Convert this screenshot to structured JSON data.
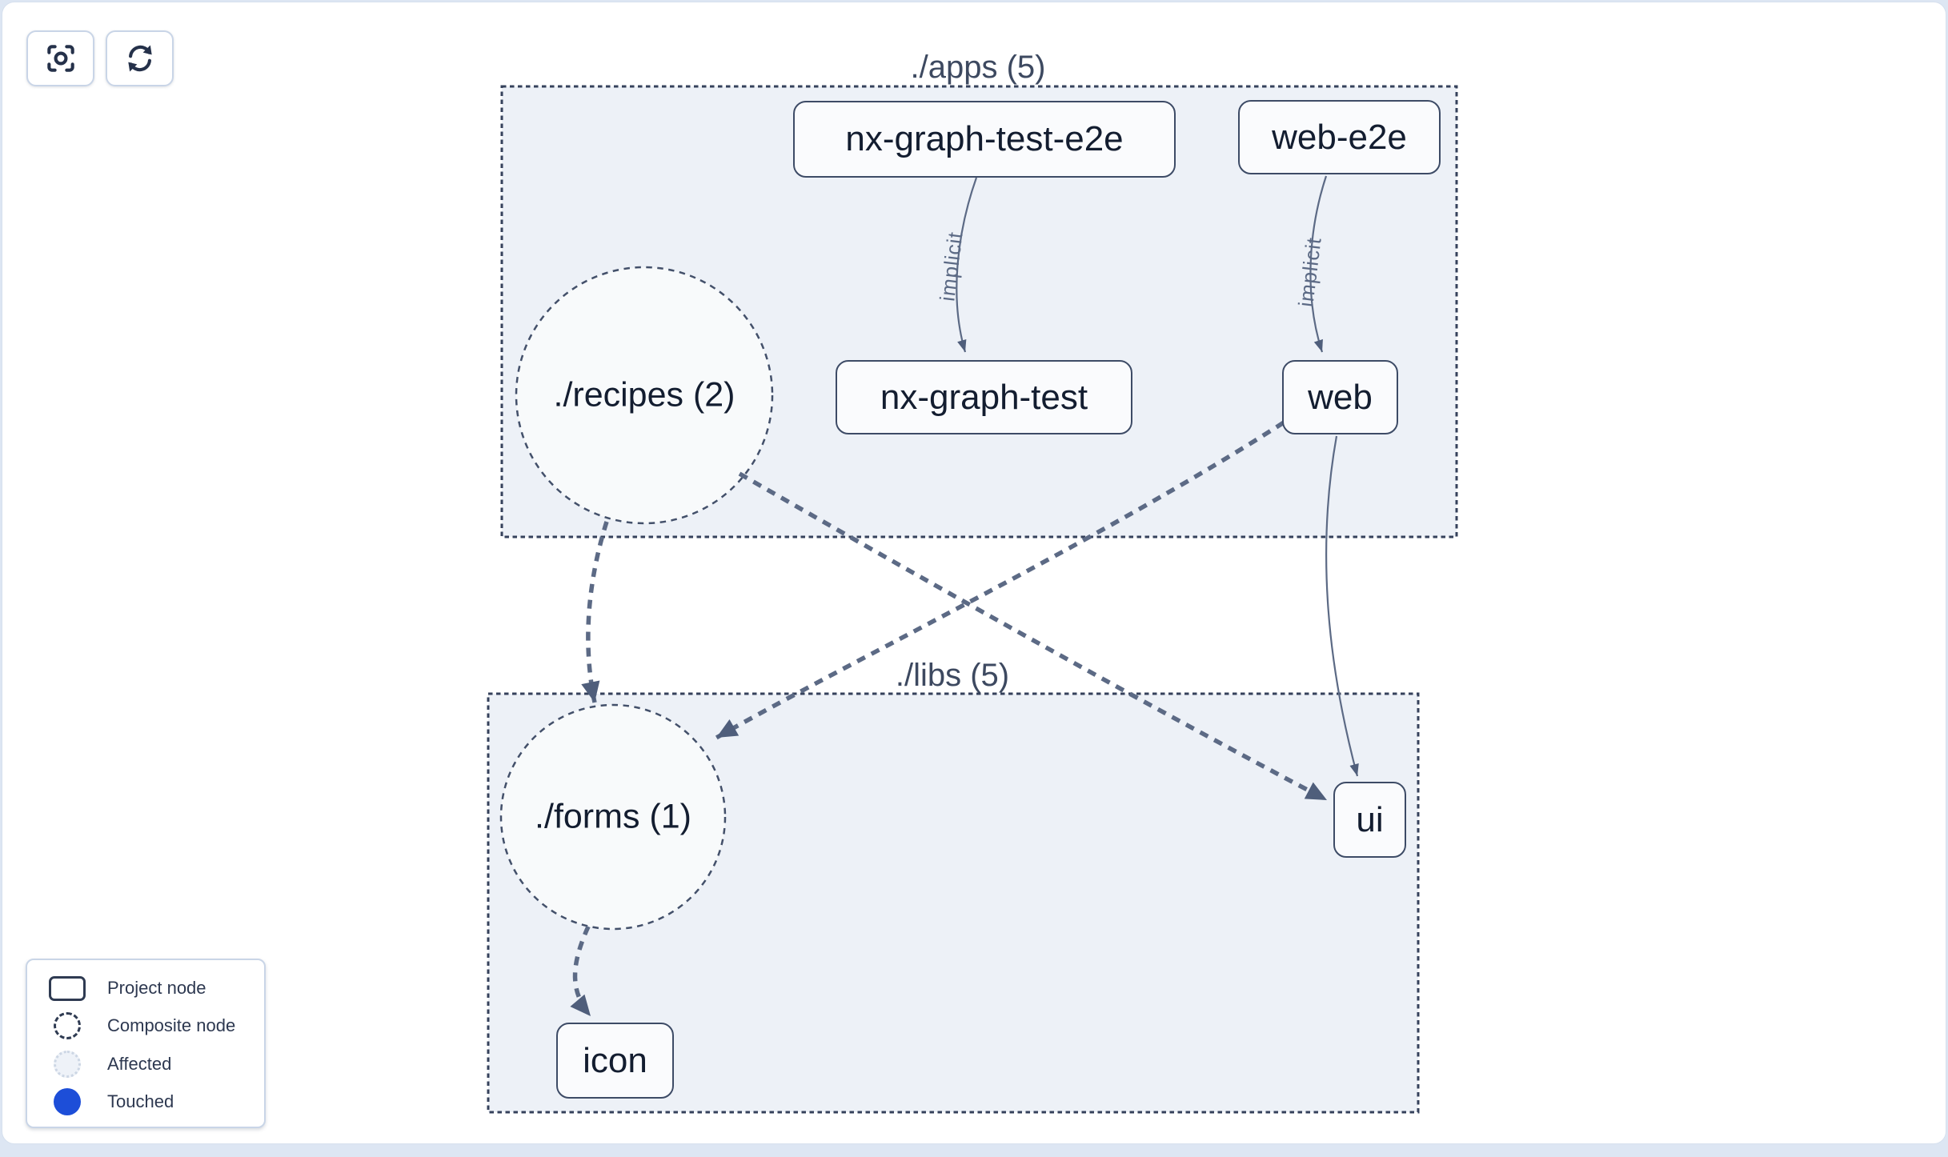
{
  "toolbar": {
    "buttons": [
      {
        "id": "focus",
        "icon": "focus-crosshair-icon",
        "tooltip": ""
      },
      {
        "id": "refresh",
        "icon": "refresh-icon",
        "tooltip": ""
      }
    ]
  },
  "graph": {
    "groups": [
      {
        "id": "apps",
        "label": "./apps (5)"
      },
      {
        "id": "libs",
        "label": "./libs (5)"
      }
    ],
    "nodes": [
      {
        "id": "nx-graph-test-e2e",
        "label": "nx-graph-test-e2e",
        "type": "project",
        "group": "apps"
      },
      {
        "id": "web-e2e",
        "label": "web-e2e",
        "type": "project",
        "group": "apps"
      },
      {
        "id": "recipes",
        "label": "./recipes (2)",
        "type": "composite",
        "group": "apps"
      },
      {
        "id": "nx-graph-test",
        "label": "nx-graph-test",
        "type": "project",
        "group": "apps"
      },
      {
        "id": "web",
        "label": "web",
        "type": "project",
        "group": "apps"
      },
      {
        "id": "forms",
        "label": "./forms (1)",
        "type": "composite",
        "group": "libs"
      },
      {
        "id": "ui",
        "label": "ui",
        "type": "project",
        "group": "libs"
      },
      {
        "id": "icon",
        "label": "icon",
        "type": "project",
        "group": "libs"
      }
    ],
    "edges": [
      {
        "from": "nx-graph-test-e2e",
        "to": "nx-graph-test",
        "type": "implicit",
        "label": "implicit"
      },
      {
        "from": "web-e2e",
        "to": "web",
        "type": "implicit",
        "label": "implicit"
      },
      {
        "from": "recipes",
        "to": "forms",
        "type": "aggregated-dashed",
        "label": ""
      },
      {
        "from": "recipes",
        "to": "ui",
        "type": "aggregated-dashed",
        "label": ""
      },
      {
        "from": "web",
        "to": "forms",
        "type": "aggregated-dashed",
        "label": ""
      },
      {
        "from": "web",
        "to": "ui",
        "type": "direct",
        "label": ""
      },
      {
        "from": "forms",
        "to": "icon",
        "type": "aggregated-dashed",
        "label": ""
      }
    ]
  },
  "legend": {
    "items": [
      {
        "label": "Project node",
        "swatch": "project"
      },
      {
        "label": "Composite node",
        "swatch": "composite"
      },
      {
        "label": "Affected",
        "swatch": "affected"
      },
      {
        "label": "Touched",
        "swatch": "touched"
      }
    ]
  },
  "colors": {
    "touched_blue": "#1d4ed8",
    "edge": "#5c6a85",
    "arrowhead": "#4f5e7b",
    "group_fill": "#edf1f7",
    "group_stroke": "#35415b",
    "node_border": "#3d4b66",
    "node_fill": "#fafbfd",
    "node_text": "#131d30"
  }
}
